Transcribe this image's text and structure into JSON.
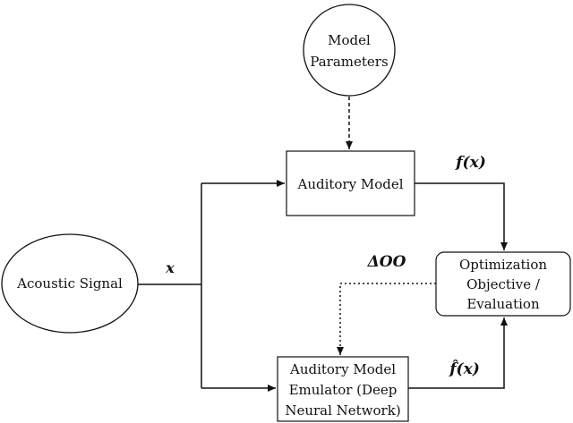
{
  "nodes": {
    "model_parameters": {
      "lines": [
        "Model",
        "Parameters"
      ]
    },
    "auditory_model": {
      "label": "Auditory Model"
    },
    "acoustic_signal": {
      "label": "Acoustic Signal"
    },
    "optimization": {
      "lines": [
        "Optimization",
        "Objective /",
        "Evaluation"
      ]
    },
    "emulator": {
      "lines": [
        "Auditory Model",
        "Emulator (Deep",
        "Neural Network)"
      ]
    }
  },
  "edge_labels": {
    "x": "x",
    "f_x": "f(x)",
    "delta_oo": "ΔOO",
    "f_hat_x": "f̂(x)"
  }
}
